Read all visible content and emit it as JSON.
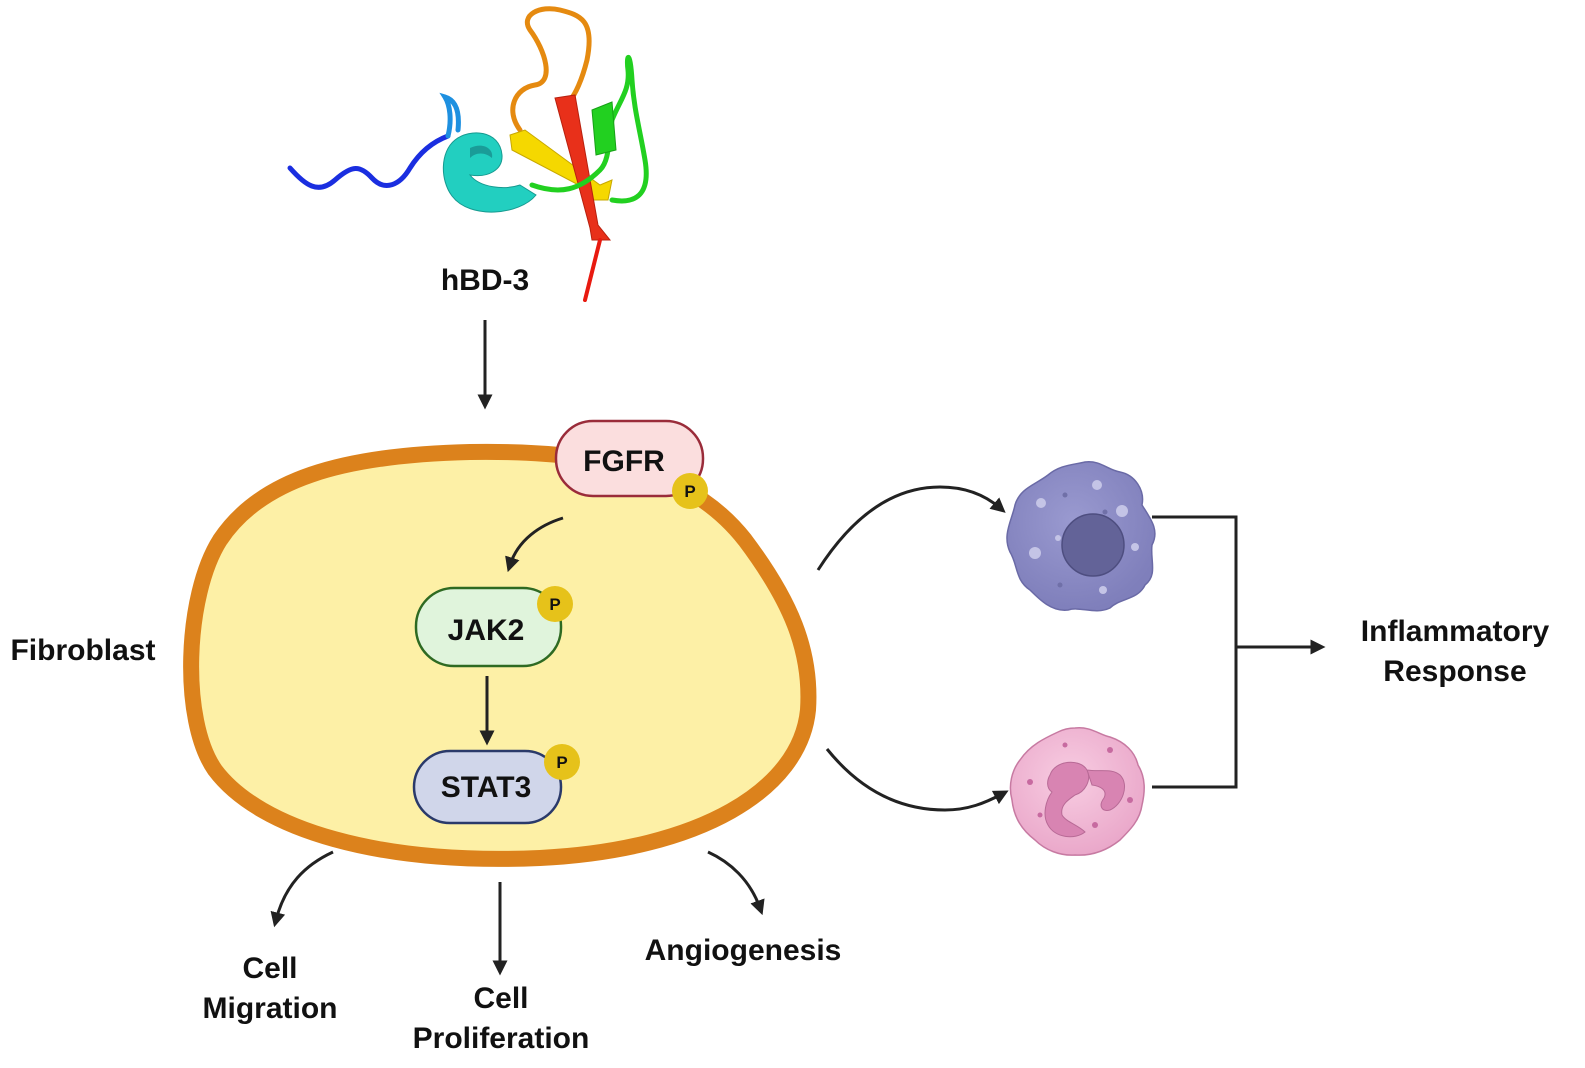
{
  "protein": {
    "label": "hBD-3",
    "colors": {
      "n_terminal": "#1a2ee0",
      "helix": "#20d4c0",
      "strand_yellow": "#f5d800",
      "loop_orange": "#e58a10",
      "strand_red": "#e8301a",
      "loop_green": "#22d020",
      "c_terminal": "#e81a10"
    }
  },
  "cell": {
    "label": "Fibroblast",
    "fill": "#fdf0a6",
    "membrane": "#dc821c"
  },
  "nodes": {
    "fgfr": {
      "label": "FGFR",
      "fill": "#fbdede",
      "stroke": "#9a2c3a"
    },
    "jak2": {
      "label": "JAK2",
      "fill": "#e0f4dc",
      "stroke": "#2e6a22"
    },
    "stat3": {
      "label": "STAT3",
      "fill": "#d0d6ea",
      "stroke": "#2a3a6a"
    },
    "phospho": {
      "label": "P",
      "fill": "#e6c21a"
    }
  },
  "outcomes": {
    "migration": [
      "Cell",
      "Migration"
    ],
    "proliferation": [
      "Cell",
      "Proliferation"
    ],
    "angiogenesis": "Angiogenesis"
  },
  "immune": {
    "macrophage_color": "#8c8cc4",
    "neutrophil_color": "#f0b4d4",
    "response": [
      "Inflammatory",
      "Response"
    ]
  },
  "arrow_color": "#222222"
}
